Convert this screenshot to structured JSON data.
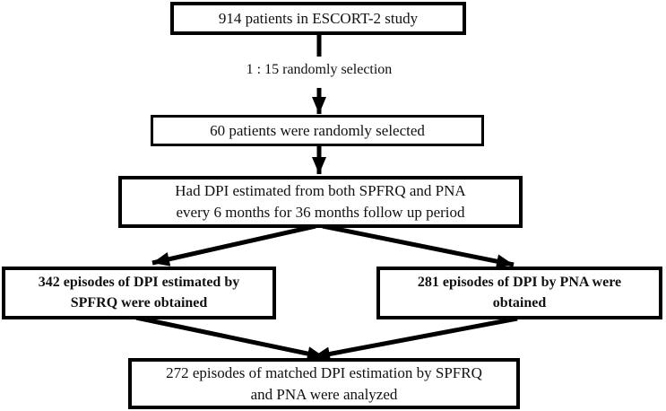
{
  "flowchart": {
    "nodes": {
      "study": {
        "label": "914 patients in ESCORT-2 study"
      },
      "selected": {
        "label": "60 patients were randomly selected"
      },
      "estimated": {
        "label": "Had DPI estimated from both SPFRQ and PNA\nevery 6 months for 36 months follow up period"
      },
      "spfrq": {
        "label": "342 episodes of DPI estimated by\nSPFRQ were obtained"
      },
      "pna": {
        "label": "281 episodes of DPI by PNA were\nobtained"
      },
      "matched": {
        "label": "272 episodes of matched DPI estimation by SPFRQ\nand PNA were analyzed"
      }
    },
    "edge_label": "1 : 15 randomly selection",
    "colors": {
      "line": "#000000",
      "box_border": "#000000",
      "box_fill": "#ffffff",
      "background": "#ffffff",
      "text": "#111111"
    }
  }
}
